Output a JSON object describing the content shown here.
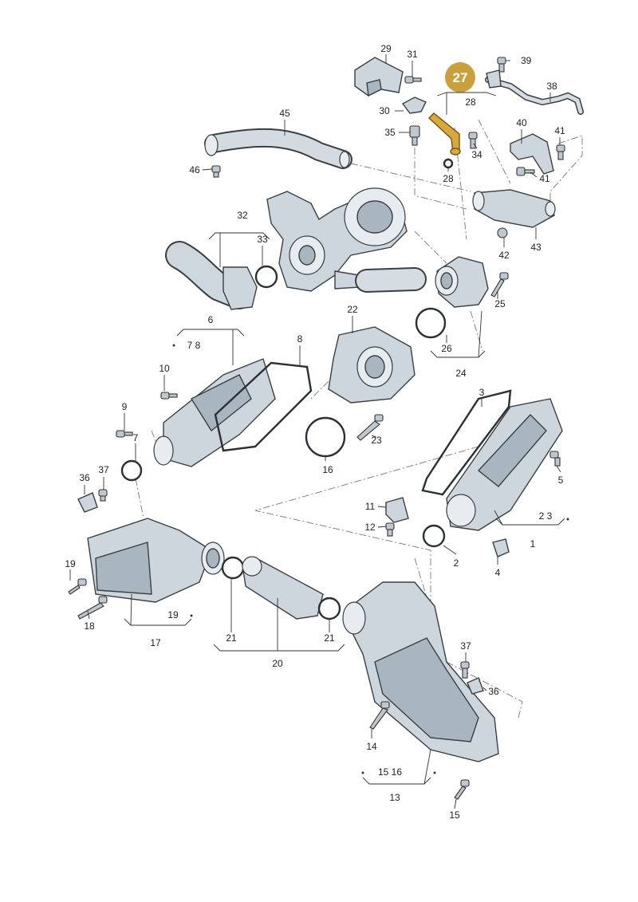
{
  "highlight": {
    "part_number": "27",
    "color": "#c9a03c"
  },
  "labels": [
    {
      "id": "29",
      "text": "29"
    },
    {
      "id": "31",
      "text": "31"
    },
    {
      "id": "39",
      "text": "39"
    },
    {
      "id": "38",
      "text": "38"
    },
    {
      "id": "28a",
      "text": "28"
    },
    {
      "id": "30",
      "text": "30"
    },
    {
      "id": "45",
      "text": "45"
    },
    {
      "id": "35",
      "text": "35"
    },
    {
      "id": "34",
      "text": "34"
    },
    {
      "id": "40",
      "text": "40"
    },
    {
      "id": "41a",
      "text": "41"
    },
    {
      "id": "28b",
      "text": "28"
    },
    {
      "id": "41b",
      "text": "41"
    },
    {
      "id": "46",
      "text": "46"
    },
    {
      "id": "32",
      "text": "32"
    },
    {
      "id": "33",
      "text": "33"
    },
    {
      "id": "42",
      "text": "42"
    },
    {
      "id": "43",
      "text": "43"
    },
    {
      "id": "25",
      "text": "25"
    },
    {
      "id": "22",
      "text": "22"
    },
    {
      "id": "6",
      "text": "6"
    },
    {
      "id": "78",
      "text": "7  8"
    },
    {
      "id": "8",
      "text": "8"
    },
    {
      "id": "26",
      "text": "26"
    },
    {
      "id": "24",
      "text": "24"
    },
    {
      "id": "10",
      "text": "10"
    },
    {
      "id": "3",
      "text": "3"
    },
    {
      "id": "9",
      "text": "9"
    },
    {
      "id": "7",
      "text": "7"
    },
    {
      "id": "23",
      "text": "23"
    },
    {
      "id": "37a",
      "text": "37"
    },
    {
      "id": "36a",
      "text": "36"
    },
    {
      "id": "16",
      "text": "16"
    },
    {
      "id": "5",
      "text": "5"
    },
    {
      "id": "11",
      "text": "11"
    },
    {
      "id": "23b",
      "text": "2  3"
    },
    {
      "id": "12",
      "text": "12"
    },
    {
      "id": "1",
      "text": "1"
    },
    {
      "id": "19a",
      "text": "19"
    },
    {
      "id": "2",
      "text": "2"
    },
    {
      "id": "4",
      "text": "4"
    },
    {
      "id": "18",
      "text": "18"
    },
    {
      "id": "19b",
      "text": "19"
    },
    {
      "id": "17",
      "text": "17"
    },
    {
      "id": "21a",
      "text": "21"
    },
    {
      "id": "21b",
      "text": "21"
    },
    {
      "id": "20",
      "text": "20"
    },
    {
      "id": "37b",
      "text": "37"
    },
    {
      "id": "36b",
      "text": "36"
    },
    {
      "id": "14",
      "text": "14"
    },
    {
      "id": "1516",
      "text": "15  16"
    },
    {
      "id": "13",
      "text": "13"
    },
    {
      "id": "15",
      "text": "15"
    }
  ]
}
